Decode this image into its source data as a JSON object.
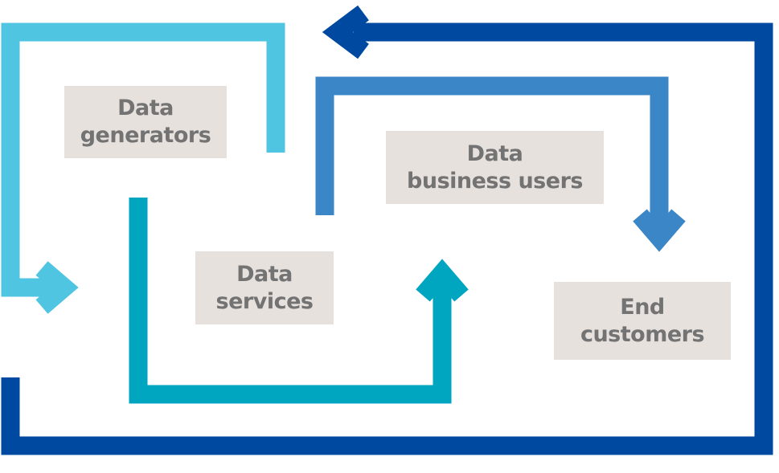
{
  "colors": {
    "generators_flow": "#4fc5e1",
    "services_flow": "#00a5c0",
    "business_flow": "#3b86c7",
    "customers_flow": "#0049a0",
    "box_fill": "#e7e1de",
    "box_text": "#737373"
  },
  "nodes": {
    "data_generators": {
      "line1": "Data",
      "line2": "generators"
    },
    "data_business_users": {
      "line1": "Data",
      "line2": "business users"
    },
    "data_services": {
      "line1": "Data",
      "line2": "services"
    },
    "end_customers": {
      "line1": "End",
      "line2": "customers"
    }
  },
  "flows": [
    {
      "from": "Data generators",
      "to": "Data services",
      "color": "generators_flow"
    },
    {
      "from": "Data services",
      "to": "Data business users",
      "color": "services_flow"
    },
    {
      "from": "Data business users",
      "to": "End customers",
      "color": "business_flow"
    },
    {
      "from": "End customers",
      "to": "Data generators",
      "color": "customers_flow"
    }
  ]
}
